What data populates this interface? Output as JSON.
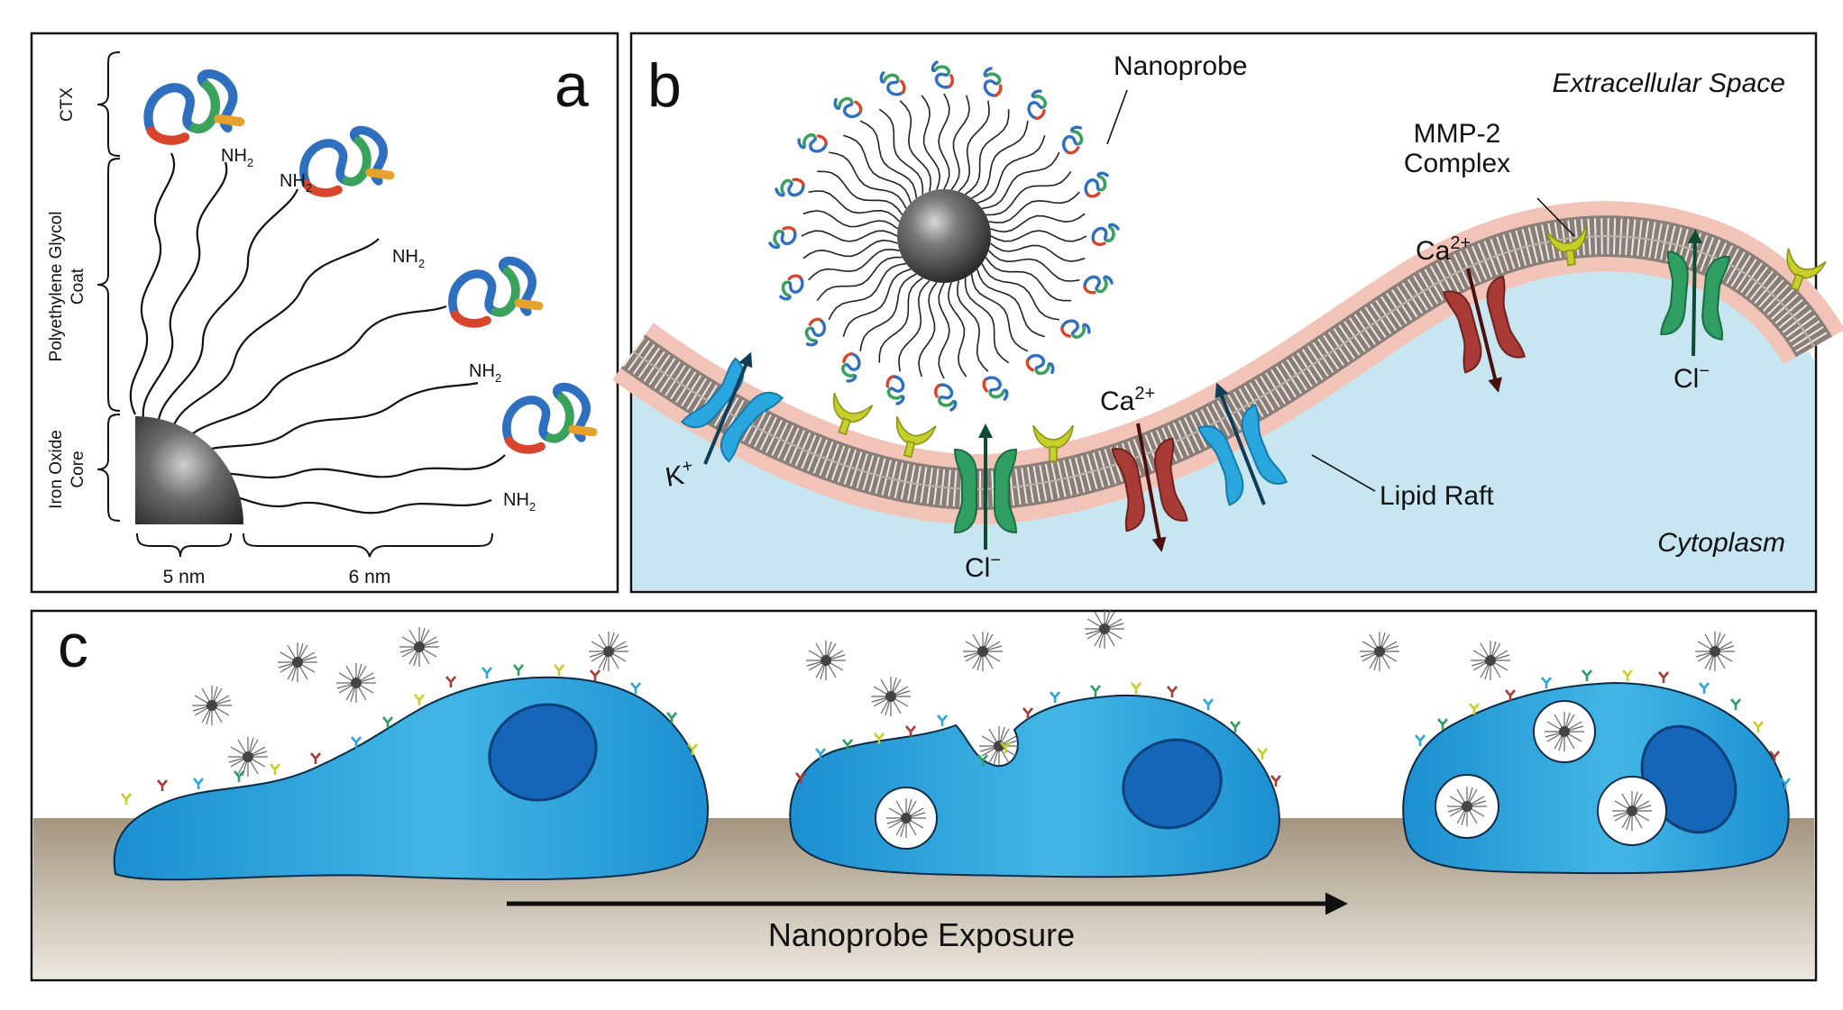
{
  "panel_a": {
    "letter": "a",
    "side_labels": {
      "ctx": "CTX",
      "peg_line1": "Polyethylene Glycol",
      "peg_line2": "Coat",
      "core_line1": "Iron Oxide",
      "core_line2": "Core"
    },
    "amine_base": "NH",
    "amine_sub": "2",
    "scale_labels": [
      "5 nm",
      "6 nm"
    ]
  },
  "panel_b": {
    "letter": "b",
    "nanoprobe": "Nanoprobe",
    "extracellular": "Extracellular Space",
    "mmp2_line1": "MMP-2",
    "mmp2_line2": "Complex",
    "lipid_raft": "Lipid Raft",
    "cytoplasm": "Cytoplasm",
    "ion_k": "K",
    "ion_k_sup": "+",
    "ion_ca": "Ca",
    "ion_ca_sup": "2+",
    "ion_cl": "Cl",
    "ion_cl_sup": "−"
  },
  "panel_c": {
    "letter": "c",
    "arrow_label": "Nanoprobe Exposure"
  },
  "colors": {
    "membrane_pink": "#f2c4b8",
    "cytoplasm": "#c7e6f1",
    "cell_blue": "#1ca0d8",
    "nucleus": "#1565b8",
    "channel_blue": "#2aa6de",
    "channel_green": "#2f9e63",
    "channel_red": "#a83b35",
    "receptor_yellow": "#c6cf2a",
    "ground": "#a99b86"
  }
}
